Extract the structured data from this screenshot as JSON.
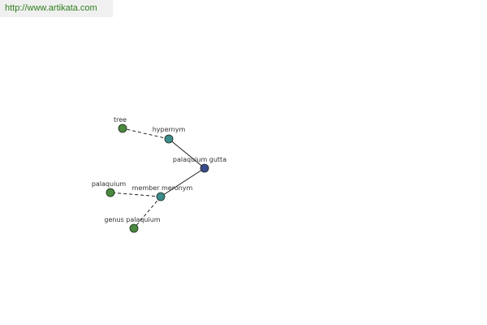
{
  "banner": {
    "url": "http://www.artikata.com",
    "text_color": "#2e7d1e",
    "background": "#f0f0f0"
  },
  "graph": {
    "nodes": [
      {
        "id": "tree",
        "label": "tree",
        "kind": "leaf",
        "color": "#4a8a3e"
      },
      {
        "id": "hypernym",
        "label": "hypernym",
        "kind": "relation",
        "color": "#3c8c8c"
      },
      {
        "id": "palaquium-gutta",
        "label": "palaquium gutta",
        "kind": "center",
        "color": "#3a4a8c"
      },
      {
        "id": "member-meronym",
        "label": "member meronym",
        "kind": "relation",
        "color": "#3c8c8c"
      },
      {
        "id": "palaquium",
        "label": "palaquium",
        "kind": "leaf",
        "color": "#4a8a3e"
      },
      {
        "id": "genus-palaquium",
        "label": "genus palaquium",
        "kind": "leaf",
        "color": "#4a8a3e"
      }
    ],
    "edges": [
      {
        "from": "palaquium-gutta",
        "to": "hypernym",
        "style": "solid"
      },
      {
        "from": "palaquium-gutta",
        "to": "member-meronym",
        "style": "solid"
      },
      {
        "from": "hypernym",
        "to": "tree",
        "style": "dashed"
      },
      {
        "from": "member-meronym",
        "to": "palaquium",
        "style": "dashed"
      },
      {
        "from": "member-meronym",
        "to": "genus-palaquium",
        "style": "dashed"
      }
    ]
  }
}
